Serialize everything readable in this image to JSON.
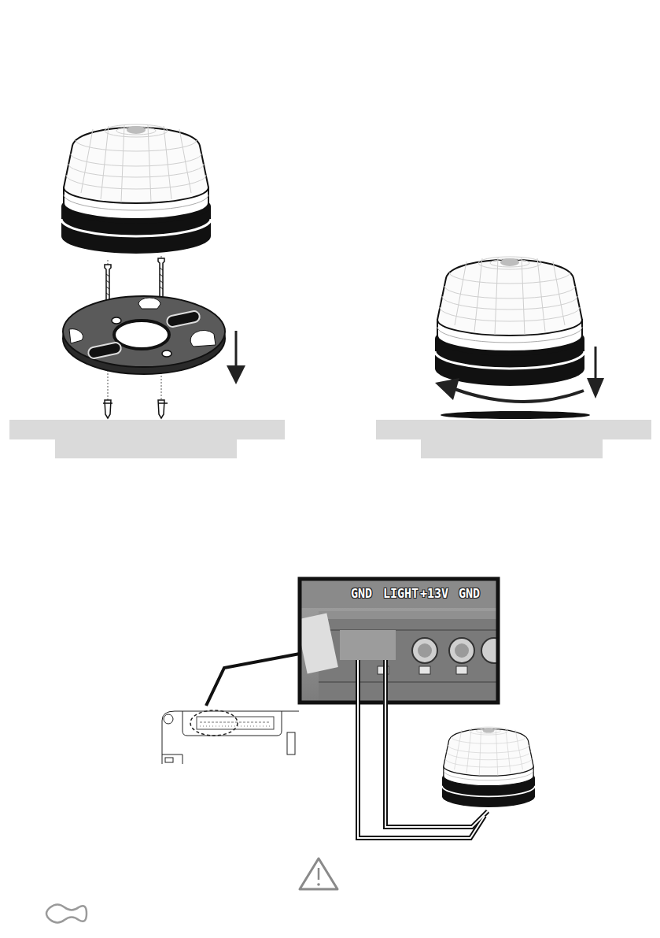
{
  "diagram": {
    "labels": [
      "GND",
      "LIGHT",
      "+13V",
      "GND"
    ]
  }
}
